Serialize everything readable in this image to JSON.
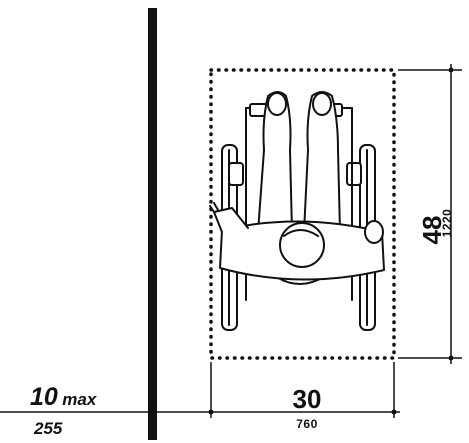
{
  "clearance": {
    "width_in": "30",
    "width_mm": "760",
    "length_in": "48",
    "length_mm": "1220"
  },
  "wall_offset": {
    "value_in": "10",
    "qualifier": "max",
    "value_mm": "255"
  },
  "colors": {
    "ink": "#111111",
    "background": "#ffffff"
  }
}
